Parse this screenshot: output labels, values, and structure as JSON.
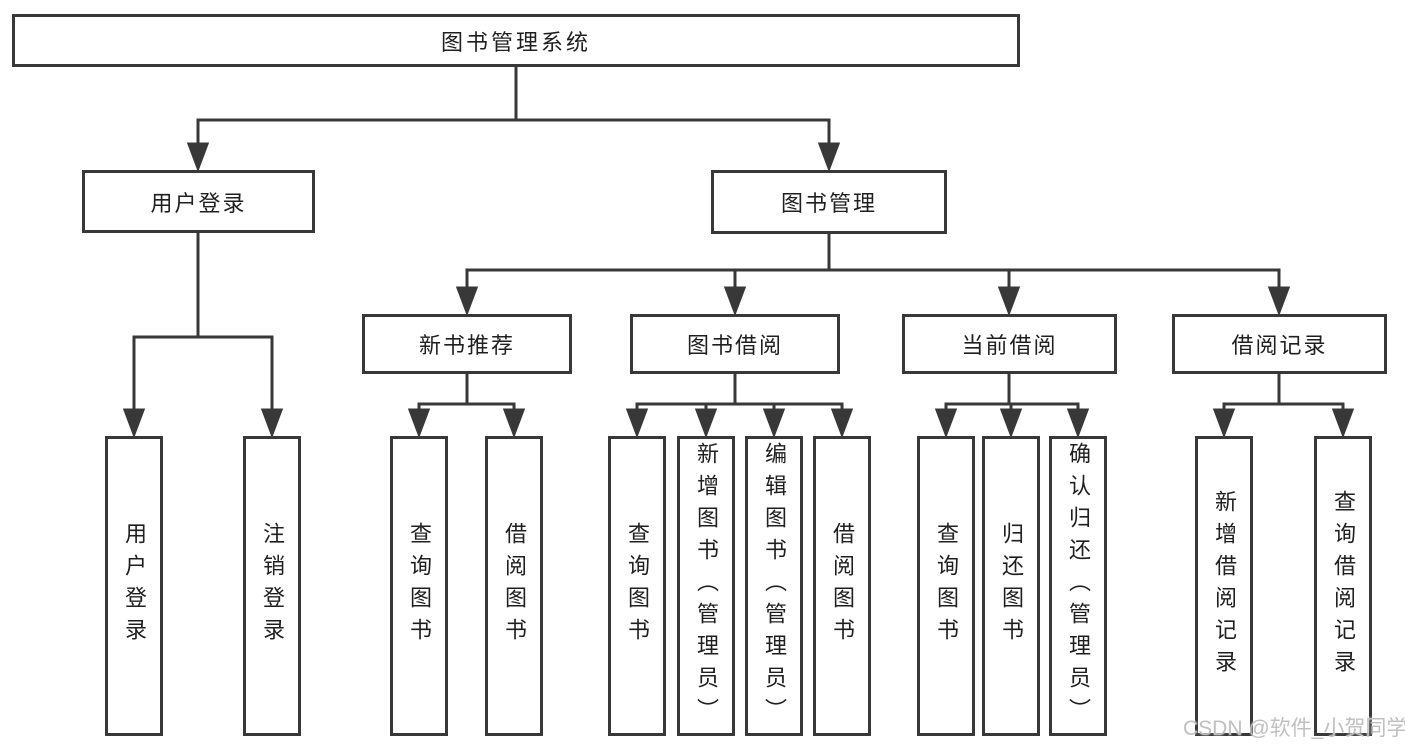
{
  "diagram": {
    "title": "图书管理系统",
    "branches": [
      {
        "label": "用户登录",
        "children": [
          {
            "label": "用户登录"
          },
          {
            "label": "注销登录"
          }
        ]
      },
      {
        "label": "图书管理",
        "children": [
          {
            "label": "新书推荐",
            "children": [
              {
                "label": "查询图书"
              },
              {
                "label": "借阅图书"
              }
            ]
          },
          {
            "label": "图书借阅",
            "children": [
              {
                "label": "查询图书"
              },
              {
                "label": "新增图书（管理员）"
              },
              {
                "label": "编辑图书（管理员）"
              },
              {
                "label": "借阅图书"
              }
            ]
          },
          {
            "label": "当前借阅",
            "children": [
              {
                "label": "查询图书"
              },
              {
                "label": "归还图书"
              },
              {
                "label": "确认归还（管理员）"
              }
            ]
          },
          {
            "label": "借阅记录",
            "children": [
              {
                "label": "新增借阅记录"
              },
              {
                "label": "查询借阅记录"
              }
            ]
          }
        ]
      }
    ]
  },
  "watermark": {
    "text": "CSDN @软件_小贺同学"
  },
  "colors": {
    "line": "#383838",
    "border": "#383838",
    "text": "#1f1f1f",
    "background": "#ffffff",
    "watermark": "#c0c0c0"
  }
}
